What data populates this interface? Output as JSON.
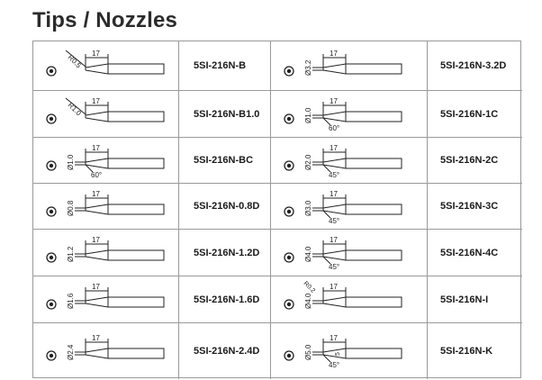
{
  "page": {
    "title": "Tips / Nozzles"
  },
  "rows": [
    {
      "left": {
        "code": "5SI-216N-B",
        "icon": "B",
        "len": "17",
        "dim": "R0.5"
      },
      "right": {
        "code": "5SI-216N-3.2D",
        "icon": "3.2D",
        "len": "17",
        "dim": "Ø3.2"
      }
    },
    {
      "left": {
        "code": "5SI-216N-B1.0",
        "icon": "B1",
        "len": "17",
        "dim": "R1.0"
      },
      "right": {
        "code": "5SI-216N-1C",
        "icon": "1C",
        "len": "17",
        "dim": "Ø1.0",
        "angle": "60°"
      }
    },
    {
      "left": {
        "code": "5SI-216N-BC",
        "icon": "BC",
        "len": "17",
        "dim": "Ø1.0",
        "angle": "60°"
      },
      "right": {
        "code": "5SI-216N-2C",
        "icon": "2C",
        "len": "17",
        "dim": "Ø2.0",
        "angle": "45°"
      }
    },
    {
      "left": {
        "code": "5SI-216N-0.8D",
        "icon": "0.8D",
        "len": "17",
        "dim": "Ø0.8"
      },
      "right": {
        "code": "5SI-216N-3C",
        "icon": "3C",
        "len": "17",
        "dim": "Ø3.0",
        "angle": "45°"
      }
    },
    {
      "left": {
        "code": "5SI-216N-1.2D",
        "icon": "1.2D",
        "len": "17",
        "dim": "Ø1.2"
      },
      "right": {
        "code": "5SI-216N-4C",
        "icon": "4C",
        "len": "17",
        "dim": "Ø4.0",
        "angle": "45°"
      }
    },
    {
      "left": {
        "code": "5SI-216N-1.6D",
        "icon": "1.6D",
        "len": "17",
        "dim": "Ø1.6"
      },
      "right": {
        "code": "5SI-216N-I",
        "icon": "I",
        "len": "17",
        "dim": "Ø4.0",
        "dim2": "R0.2"
      }
    },
    {
      "left": {
        "code": "5SI-216N-2.4D",
        "icon": "2.4D",
        "len": "17",
        "dim": "Ø2.4"
      },
      "right": {
        "code": "5SI-216N-K",
        "icon": "K",
        "len": "17",
        "dim": "Ø5.0",
        "dim2": "5",
        "angle": "45°"
      }
    }
  ]
}
